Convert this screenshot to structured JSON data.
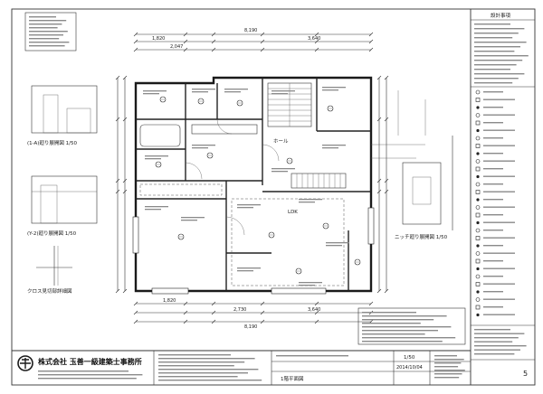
{
  "dimensions": {
    "top_total": "8,190",
    "top_segments": [
      "1,820",
      "2,047",
      "3,640"
    ],
    "bottom_total": "8,190",
    "bottom_segments": [
      "1,820",
      "2,730",
      "3,640"
    ]
  },
  "rooms": {
    "hall": "ホール",
    "ldk": "LDK"
  },
  "views": {
    "elev_1a": "(1-A)廻り展開図 1/50",
    "elev_y2": "(Y-2)廻り展開図 1/50",
    "detail_cross": "クロス見切部詳細図",
    "elev_niche": "ニッチ廻り展開図 1/50"
  },
  "legend": {
    "header": "設計事項"
  },
  "title_block": {
    "company": "株式会社 玉善一級建築士事務所",
    "drawing_title": "1階平面図",
    "scale": "1/50",
    "date": "2014/10/04",
    "sheet_number": "5"
  },
  "colors": {
    "line": "#1a1a1a",
    "paper": "#ffffff"
  }
}
